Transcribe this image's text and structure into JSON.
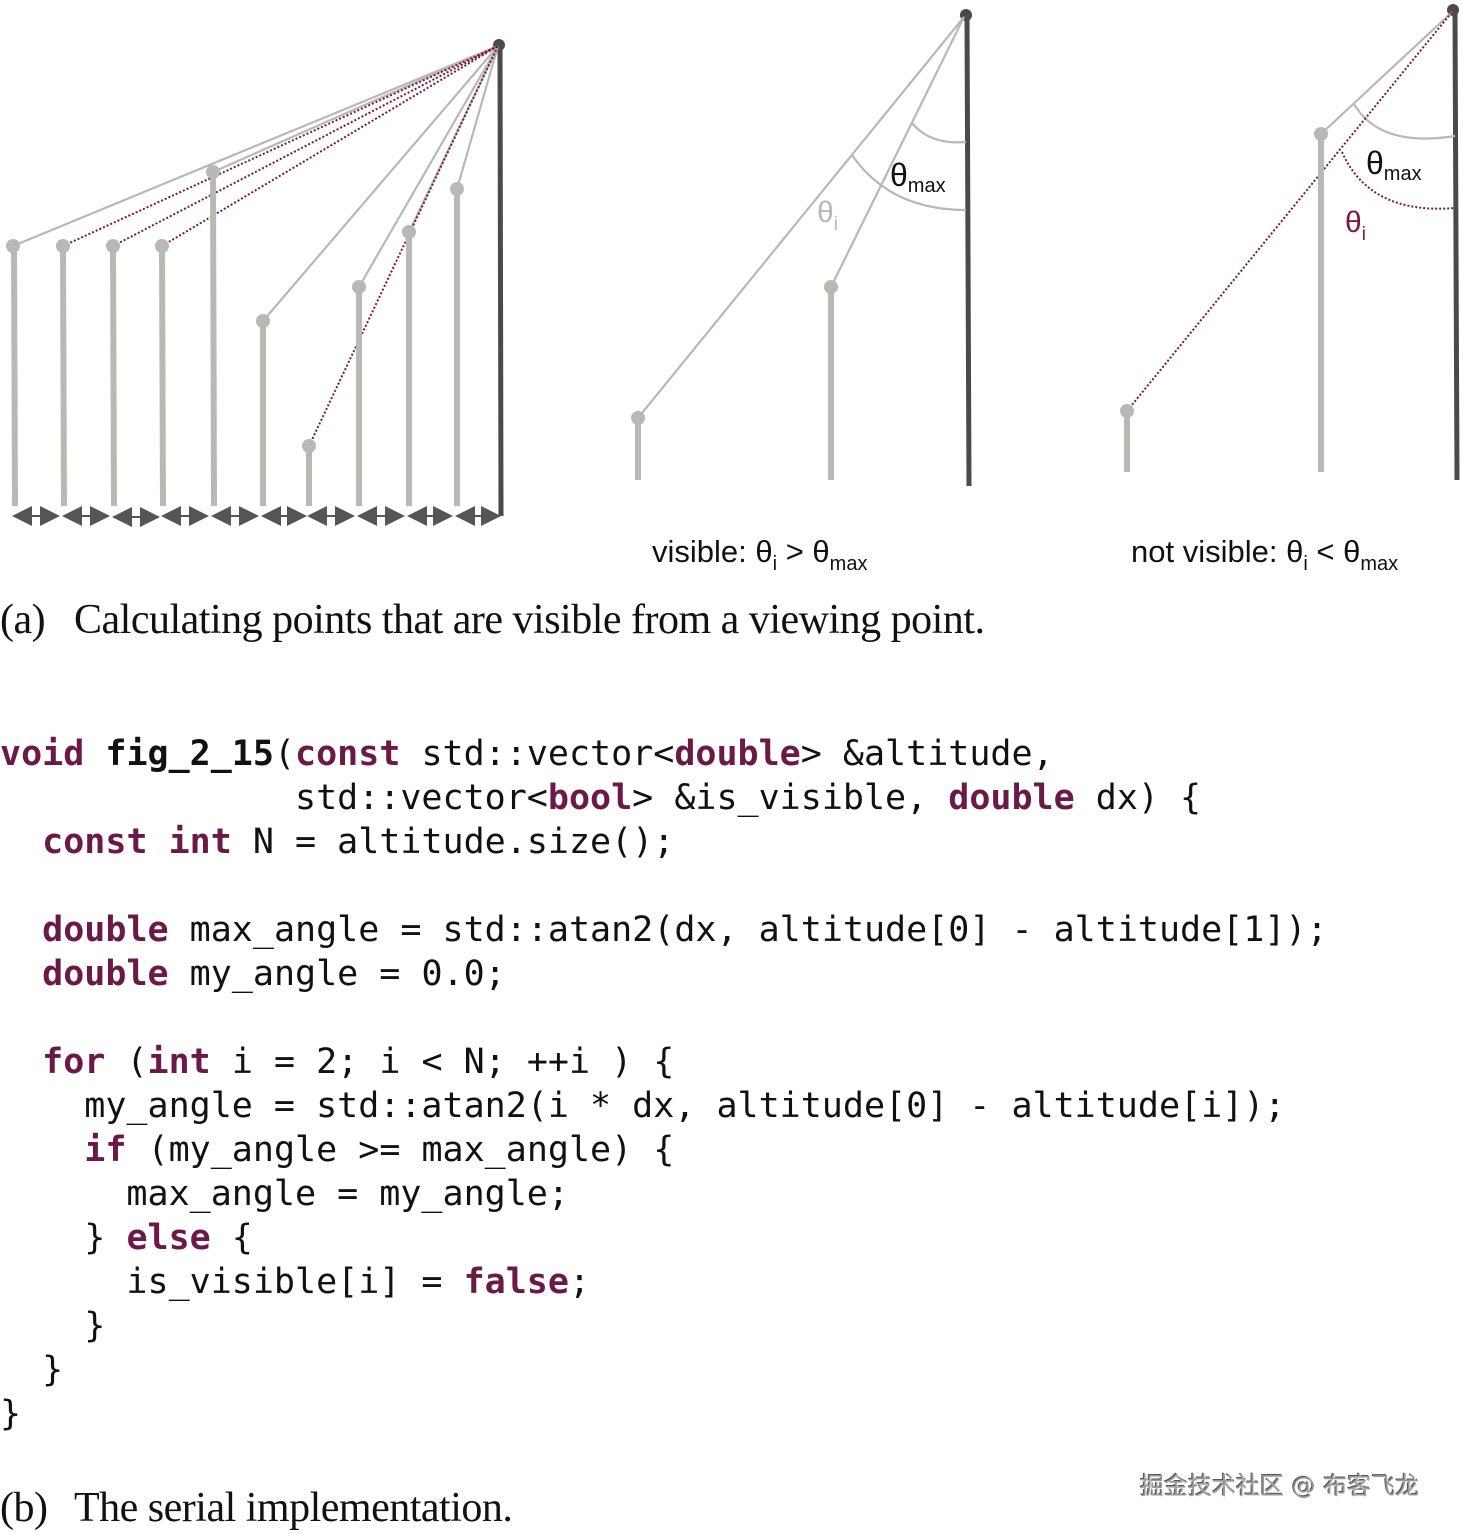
{
  "figure_a": {
    "panel_left": {
      "description": "Terrain columns with sight lines to viewing point",
      "viewer_color": "#4a4a4e",
      "column_color": "#b8b8b4",
      "hidden_line_color": "#7a1a3a"
    },
    "panel_middle": {
      "theta_i_label": "θ",
      "theta_i_sub": "i",
      "theta_max_label": "θ",
      "theta_max_sub": "max",
      "condition_prefix": "visible: ",
      "condition_op": " > "
    },
    "panel_right": {
      "theta_i_label": "θ",
      "theta_i_sub": "i",
      "theta_max_label": "θ",
      "theta_max_sub": "max",
      "condition_prefix": "not visible: ",
      "condition_op": " < "
    },
    "caption_tag": "(a)",
    "caption_text": "Calculating points that are visible from a viewing point."
  },
  "code": {
    "keyword_color": "#6b1a47",
    "lines": [
      [
        [
          "kw",
          "void"
        ],
        [
          "t",
          " "
        ],
        [
          "fn",
          "fig_2_15"
        ],
        [
          "t",
          "("
        ],
        [
          "kw",
          "const"
        ],
        [
          "t",
          " std::vector<"
        ],
        [
          "kw",
          "double"
        ],
        [
          "t",
          "> &altitude,"
        ]
      ],
      [
        [
          "t",
          "              std::vector<"
        ],
        [
          "kw",
          "bool"
        ],
        [
          "t",
          "> &is_visible, "
        ],
        [
          "kw",
          "double"
        ],
        [
          "t",
          " dx) {"
        ]
      ],
      [
        [
          "t",
          "  "
        ],
        [
          "kw",
          "const"
        ],
        [
          "t",
          " "
        ],
        [
          "kw",
          "int"
        ],
        [
          "t",
          " N = altitude.size();"
        ]
      ],
      [
        [
          "t",
          ""
        ]
      ],
      [
        [
          "t",
          "  "
        ],
        [
          "kw",
          "double"
        ],
        [
          "t",
          " max_angle = std::atan2(dx, altitude[0] - altitude[1]);"
        ]
      ],
      [
        [
          "t",
          "  "
        ],
        [
          "kw",
          "double"
        ],
        [
          "t",
          " my_angle = 0.0;"
        ]
      ],
      [
        [
          "t",
          ""
        ]
      ],
      [
        [
          "t",
          "  "
        ],
        [
          "kw",
          "for"
        ],
        [
          "t",
          " ("
        ],
        [
          "kw",
          "int"
        ],
        [
          "t",
          " i = 2; i < N; ++i ) {"
        ]
      ],
      [
        [
          "t",
          "    my_angle = std::atan2(i * dx, altitude[0] - altitude[i]);"
        ]
      ],
      [
        [
          "t",
          "    "
        ],
        [
          "kw",
          "if"
        ],
        [
          "t",
          " (my_angle >= max_angle) {"
        ]
      ],
      [
        [
          "t",
          "      max_angle = my_angle;"
        ]
      ],
      [
        [
          "t",
          "    } "
        ],
        [
          "kw",
          "else"
        ],
        [
          "t",
          " {"
        ]
      ],
      [
        [
          "t",
          "      is_visible[i] = "
        ],
        [
          "kw",
          "false"
        ],
        [
          "t",
          ";"
        ]
      ],
      [
        [
          "t",
          "    }"
        ]
      ],
      [
        [
          "t",
          "  }"
        ]
      ],
      [
        [
          "t",
          "}"
        ]
      ]
    ]
  },
  "figure_b": {
    "caption_tag": "(b)",
    "caption_text": "The serial implementation."
  },
  "watermark": "掘金技术社区 @ 布客飞龙"
}
